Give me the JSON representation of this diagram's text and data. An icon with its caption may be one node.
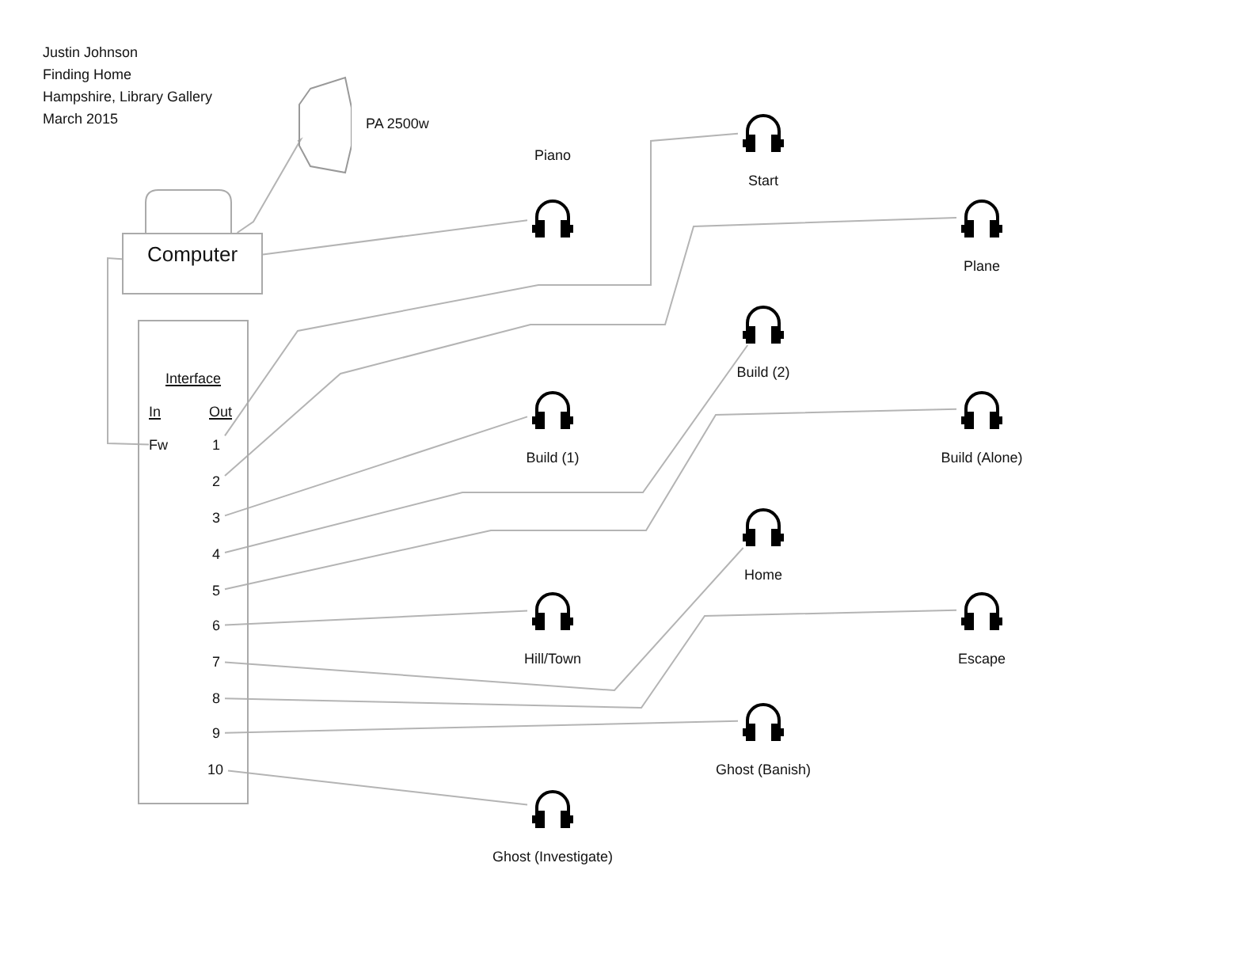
{
  "diagram": {
    "nodes": [
      {
        "text": [],
        "shape": "picture",
        "beside": [
          "PA 2500w"
        ]
      },
      {
        "text": [
          "Computer"
        ]
      },
      {
        "text": [
          "Interface"
        ]
      },
      {
        "text": [
          "Fw"
        ],
        "in": 2
      },
      {
        "text": [
          "1"
        ],
        "in": 2
      },
      {
        "text": [
          "2"
        ],
        "in": 2
      },
      {
        "text": [
          "3"
        ],
        "in": 2
      },
      {
        "text": [
          "4"
        ],
        "in": 2
      },
      {
        "text": [
          "5"
        ],
        "in": 2
      },
      {
        "text": [
          "6"
        ],
        "in": 2
      },
      {
        "text": [
          "7"
        ],
        "in": 2
      },
      {
        "text": [
          "8"
        ],
        "in": 2
      },
      {
        "text": [
          "9"
        ],
        "in": 2
      },
      {
        "text": [
          "10"
        ],
        "in": 2
      },
      {
        "text": [],
        "shape": "picture",
        "beside": [
          "Piano"
        ]
      },
      {
        "text": [],
        "shape": "picture",
        "beside": [
          "Start"
        ]
      },
      {
        "text": [],
        "shape": "picture",
        "beside": [
          "Plane"
        ]
      },
      {
        "text": [],
        "shape": "picture",
        "beside": [
          "Build (1)"
        ]
      },
      {
        "text": [],
        "shape": "picture",
        "beside": [
          "Build (2)"
        ]
      },
      {
        "text": [],
        "shape": "picture",
        "beside": [
          "Build (Alone)"
        ]
      },
      {
        "text": [],
        "shape": "picture",
        "beside": [
          "Hill/Town"
        ]
      },
      {
        "text": [],
        "shape": "picture",
        "beside": [
          "Home"
        ]
      },
      {
        "text": [],
        "shape": "picture",
        "beside": [
          "Escape"
        ]
      },
      {
        "text": [],
        "shape": "picture",
        "beside": [
          "Ghost (Banish)"
        ]
      },
      {
        "text": [],
        "shape": "picture",
        "beside": [
          "Ghost (Investigate)"
        ]
      }
    ],
    "edges": [
      {
        "from": 1,
        "to": 0,
        "arrow": "none"
      },
      {
        "from": 1,
        "to": 14,
        "arrow": "none"
      },
      {
        "from": 1,
        "to": 3,
        "arrow": "none"
      },
      {
        "from": 4,
        "to": 15,
        "arrow": "none"
      },
      {
        "from": 5,
        "to": 16,
        "arrow": "none"
      },
      {
        "from": 6,
        "to": 17,
        "arrow": "none"
      },
      {
        "from": 7,
        "to": 18,
        "arrow": "none"
      },
      {
        "from": 8,
        "to": 19,
        "arrow": "none"
      },
      {
        "from": 9,
        "to": 20,
        "arrow": "none"
      },
      {
        "from": 10,
        "to": 21,
        "arrow": "none"
      },
      {
        "from": 11,
        "to": 22,
        "arrow": "none"
      },
      {
        "from": 12,
        "to": 23,
        "arrow": "none"
      },
      {
        "from": 13,
        "to": 24,
        "arrow": "none"
      }
    ],
    "labels": [
      "Justin Johnson",
      "Finding Home",
      "Hampshire, Library Gallery",
      "March 2015",
      "In",
      "Out"
    ]
  }
}
